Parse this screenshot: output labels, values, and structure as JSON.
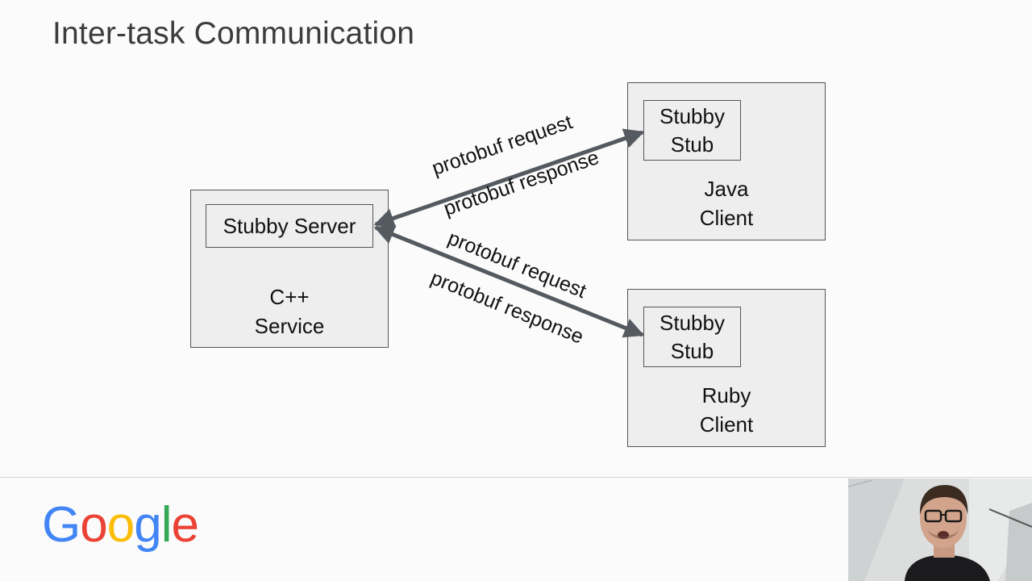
{
  "slide": {
    "title": "Inter-task Communication"
  },
  "diagram": {
    "server": {
      "inner_label": "Stubby Server",
      "caption_line1": "C++",
      "caption_line2": "Service"
    },
    "java_client": {
      "inner_line1": "Stubby",
      "inner_line2": "Stub",
      "caption_line1": "Java",
      "caption_line2": "Client"
    },
    "ruby_client": {
      "inner_line1": "Stubby",
      "inner_line2": "Stub",
      "caption_line1": "Ruby",
      "caption_line2": "Client"
    },
    "edges": {
      "java_request": "protobuf request",
      "java_response": "protobuf response",
      "ruby_request": "protobuf request",
      "ruby_response": "protobuf response"
    },
    "colors": {
      "box_fill": "#eeeeee",
      "box_stroke": "#555555",
      "arrow": "#555a60"
    }
  },
  "footer": {
    "logo_text": [
      "G",
      "o",
      "o",
      "g",
      "l",
      "e"
    ],
    "logo_colors": [
      "#4285F4",
      "#EA4335",
      "#FBBC05",
      "#4285F4",
      "#34A853",
      "#EA4335"
    ]
  },
  "webcam": {
    "icon": "presenter-video-feed"
  }
}
